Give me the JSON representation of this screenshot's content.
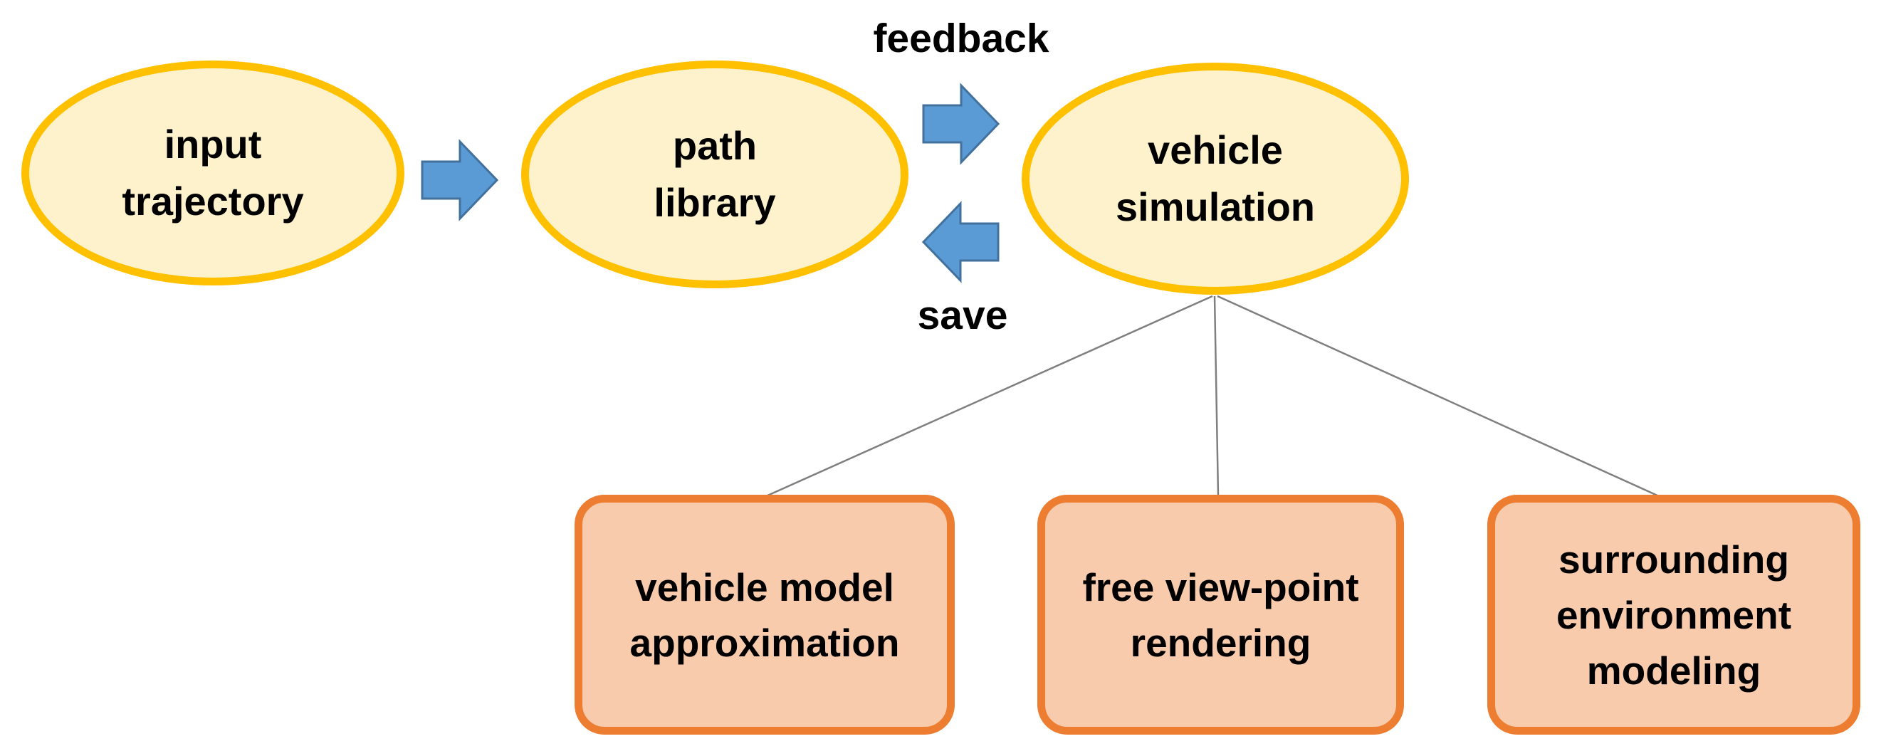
{
  "colors": {
    "background": "#FFFFFF",
    "text": "#000000",
    "ellipse_fill": "#FDF2CC",
    "ellipse_border": "#FFC000",
    "box_fill": "#F8CBAD",
    "box_border": "#ED7D31",
    "arrow_fill": "#5B9BD5",
    "arrow_border": "#41719C",
    "connector": "#7F7F7F"
  },
  "ellipses": [
    {
      "id": "input-trajectory",
      "label": "input\ntrajectory"
    },
    {
      "id": "path-library",
      "label": "path\nlibrary"
    },
    {
      "id": "vehicle-simulation",
      "label": "vehicle\nsimulation"
    }
  ],
  "boxes": [
    {
      "id": "vehicle-model-approximation",
      "label": "vehicle model\napproximation"
    },
    {
      "id": "free-view-point-rendering",
      "label": "free view-point\nrendering"
    },
    {
      "id": "surrounding-environment-modeling",
      "label": "surrounding\nenvironment\nmodeling"
    }
  ],
  "labels": {
    "feedback": "feedback",
    "save": "save"
  },
  "edges": [
    {
      "type": "block-arrow-right",
      "from": "input-trajectory",
      "to": "path-library",
      "label": ""
    },
    {
      "type": "block-arrow-right",
      "from": "path-library",
      "to": "vehicle-simulation",
      "label": "feedback"
    },
    {
      "type": "block-arrow-left",
      "from": "vehicle-simulation",
      "to": "path-library",
      "label": "save"
    },
    {
      "type": "line",
      "from": "vehicle-simulation",
      "to": "vehicle-model-approximation"
    },
    {
      "type": "line",
      "from": "vehicle-simulation",
      "to": "free-view-point-rendering"
    },
    {
      "type": "line",
      "from": "vehicle-simulation",
      "to": "surrounding-environment-modeling"
    }
  ]
}
